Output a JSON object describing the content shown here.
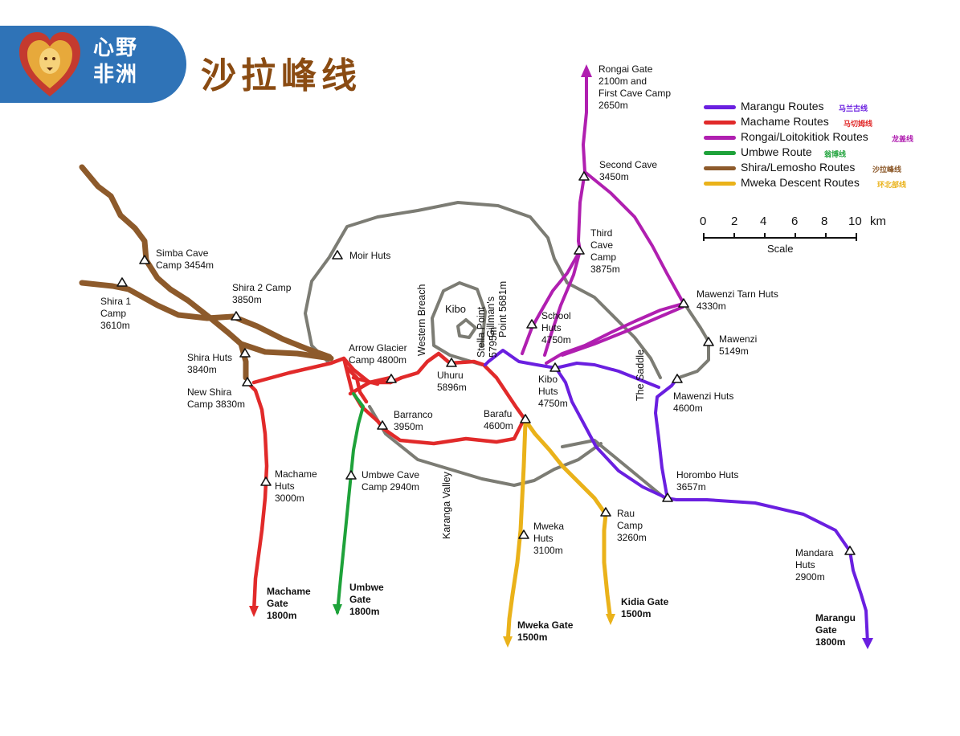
{
  "header": {
    "brand": [
      "心野",
      "非洲"
    ],
    "title": "沙拉峰线"
  },
  "legend": [
    {
      "label": "Marangu Routes",
      "cn": "马兰古线",
      "color": "#6a1fe0"
    },
    {
      "label": "Machame Routes",
      "cn": "马切姆线",
      "color": "#e12a2a"
    },
    {
      "label": "Rongai/Loitokitiok Routes",
      "cn": "龙盖线",
      "color": "#b01fb0"
    },
    {
      "label": "Umbwe Route",
      "cn": "翁博线",
      "color": "#1ea23a"
    },
    {
      "label": "Shira/Lemosho Routes",
      "cn": "沙拉峰线",
      "color": "#8d5a2b"
    },
    {
      "label": "Mweka Descent Routes",
      "cn": "环北部线",
      "color": "#eab21a"
    }
  ],
  "scale": {
    "ticks": [
      "0",
      "2",
      "4",
      "6",
      "8",
      "10"
    ],
    "unit": "km",
    "label": "Scale"
  },
  "colors": {
    "gray_circuit": "#7c7c74",
    "crater": "#9a9a9a"
  },
  "places": {
    "rongai_gate": "Rongai Gate\n2100m and\nFirst Cave Camp\n2650m",
    "second_cave": "Second Cave\n3450m",
    "third_cave": "Third\nCave\nCamp\n3875m",
    "mawenzi_tarn": "Mawenzi Tarn Huts\n4330m",
    "mawenzi": "Mawenzi\n5149m",
    "mawenzi_huts": "Mawenzi Huts\n4600m",
    "horombo": "Horombo Huts\n3657m",
    "mandara": "Mandara\nHuts\n2900m",
    "marangu_gate": "Marangu\nGate\n1800m",
    "simba_cave": "Simba Cave\nCamp 3454m",
    "shira1": "Shira 1\nCamp\n3610m",
    "shira2": "Shira 2 Camp\n3850m",
    "shira_huts": "Shira Huts\n3840m",
    "new_shira": "New Shira\nCamp 3830m",
    "moir": "Moir Huts",
    "arrow_glacier": "Arrow Glacier\nCamp 4800m",
    "kibo": "Kibo",
    "uhuru": "Uhuru\n5896m",
    "school": "School\nHuts\n4750m",
    "kibo_huts": "Kibo\nHuts\n4750m",
    "barranco": "Barranco\n3950m",
    "barafu": "Barafu\n4600m",
    "machame_huts": "Machame\nHuts\n3000m",
    "umbwe_cave": "Umbwe Cave\nCamp 2940m",
    "mweka_huts": "Mweka\nHuts\n3100m",
    "rau": "Rau\nCamp\n3260m",
    "machame_gate": "Machame\nGate\n1800m",
    "umbwe_gate": "Umbwe\nGate\n1800m",
    "mweka_gate": "Mweka Gate\n1500m",
    "kidia": "Kidia Gate\n1500m",
    "western_breach": "Western Breach",
    "stella": "Stella Point\n5795m",
    "gillman": "Gillman's\nPoint 5681m",
    "saddle": "The Saddle",
    "karanga": "Karanga Valley"
  }
}
